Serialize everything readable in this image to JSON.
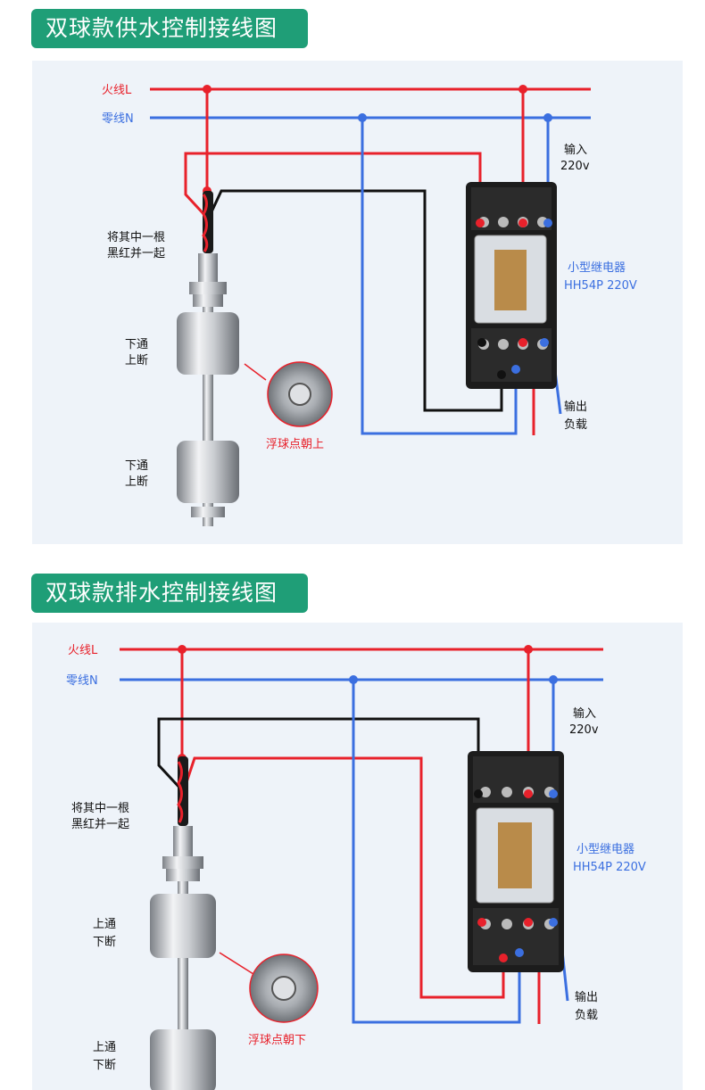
{
  "diagrams": [
    {
      "title": "双球款供水控制接线图",
      "live_label": "火线L",
      "neutral_label": "零线N",
      "input_label_1": "输入",
      "input_label_2": "220v",
      "relay_label_1": "小型继电器",
      "relay_label_2": "HH54P 220V",
      "output_label_1": "输出",
      "output_label_2": "负载",
      "note_1": "将其中一根",
      "note_2": "黑红并一起",
      "float1_state_1": "下通",
      "float1_state_2": "上断",
      "float2_state_1": "下通",
      "float2_state_2": "上断",
      "callout": "浮球点朝上"
    },
    {
      "title": "双球款排水控制接线图",
      "live_label": "火线L",
      "neutral_label": "零线N",
      "input_label_1": "输入",
      "input_label_2": "220v",
      "relay_label_1": "小型继电器",
      "relay_label_2": "HH54P 220V",
      "output_label_1": "输出",
      "output_label_2": "负载",
      "note_1": "将其中一根",
      "note_2": "黑红并一起",
      "float1_state_1": "上通",
      "float1_state_2": "下断",
      "float2_state_1": "上通",
      "float2_state_2": "下断",
      "callout": "浮球点朝下"
    }
  ],
  "colors": {
    "live": "#e8212b",
    "neutral": "#3b6fe0",
    "black_wire": "#111111",
    "accent": "#1f9e77",
    "relay_text": "#3b6fe0",
    "callout_text": "#e8212b"
  }
}
